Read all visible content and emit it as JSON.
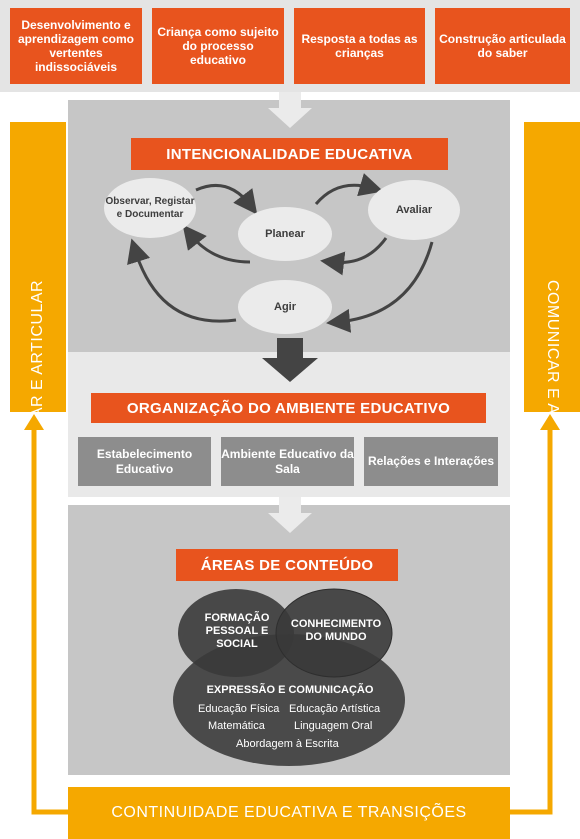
{
  "principles": [
    "Desenvolvimento e aprendizagem como vertentes indissociáveis",
    "Criança como sujeito do processo educativo",
    "Resposta a todas as crianças",
    "Construção articulada do saber"
  ],
  "intentionality": {
    "title": "INTENCIONALIDADE EDUCATIVA",
    "steps": {
      "observe": "Observar, Registar e Documentar",
      "plan": "Planear",
      "evaluate": "Avaliar",
      "act": "Agir"
    }
  },
  "environment": {
    "title": "ORGANIZAÇÃO DO AMBIENTE EDUCATIVO",
    "items": [
      "Estabelecimento Educativo",
      "Ambiente Educativo da Sala",
      "Relações e Interações"
    ]
  },
  "content_areas": {
    "title": "ÁREAS DE CONTEÚDO",
    "personal_social": "FORMAÇÃO PESSOAL E SOCIAL",
    "world_knowledge": "CONHECIMENTO DO MUNDO",
    "expression": {
      "title": "EXPRESSÃO E COMUNICAÇÃO",
      "subjects": [
        "Educação Física",
        "Educação Artística",
        "Matemática",
        "Linguagem Oral",
        "Abordagem à Escrita"
      ]
    }
  },
  "side_label": "COMUNICAR E ARTICULAR",
  "continuity": "CONTINUIDADE EDUCATIVA E TRANSIÇÕES",
  "colors": {
    "orange": "#e8541e",
    "yellow": "#f5a800",
    "panel_gray": "#c6c6c6",
    "light_gray": "#e4e4e4",
    "box_gray": "#8d8d8d",
    "dark_circle": "#4a4a4a"
  }
}
